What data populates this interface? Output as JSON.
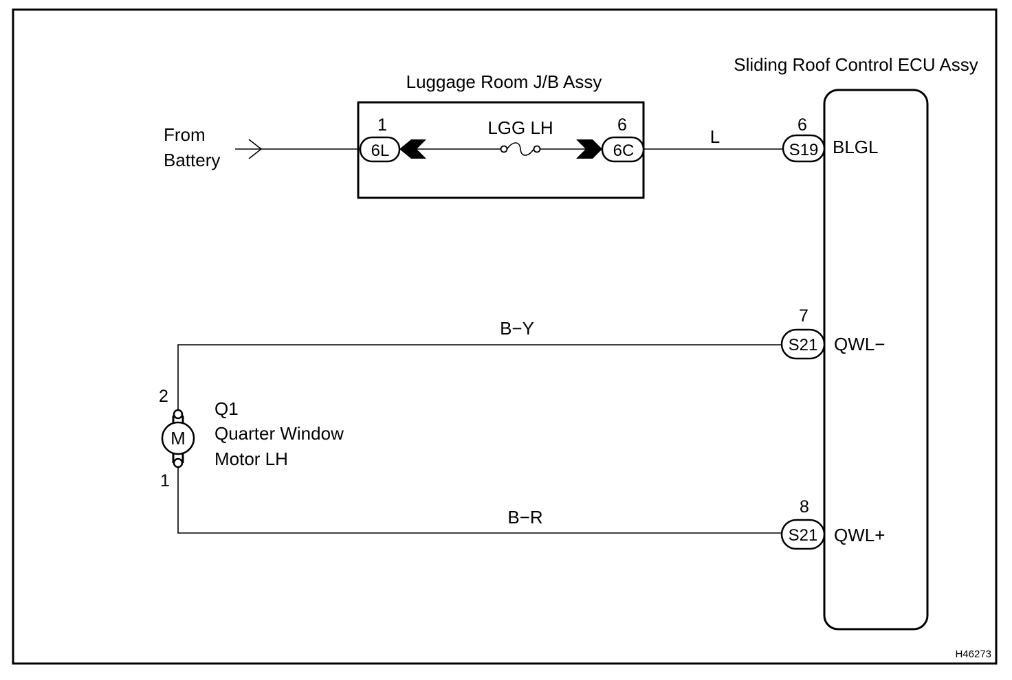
{
  "source": {
    "line1": "From",
    "line2": "Battery"
  },
  "junction_box": {
    "title": "Luggage Room J/B Assy",
    "fuse_label": "LGG LH",
    "left_connector": {
      "pin": "1",
      "code": "6L"
    },
    "right_connector": {
      "pin": "6",
      "code": "6C"
    }
  },
  "ecu": {
    "title": "Sliding Roof Control ECU Assy",
    "terminals": [
      {
        "pin": "6",
        "code": "S19",
        "name": "BLGL",
        "wire": "L"
      },
      {
        "pin": "7",
        "code": "S21",
        "name": "QWL−",
        "wire": "B−Y"
      },
      {
        "pin": "8",
        "code": "S21",
        "name": "QWL+",
        "wire": "B−R"
      }
    ]
  },
  "motor": {
    "symbol": "M",
    "id": "Q1",
    "name_line1": "Quarter Window",
    "name_line2": "Motor LH",
    "pin_top": "2",
    "pin_bottom": "1"
  },
  "figure_code": "H46273"
}
